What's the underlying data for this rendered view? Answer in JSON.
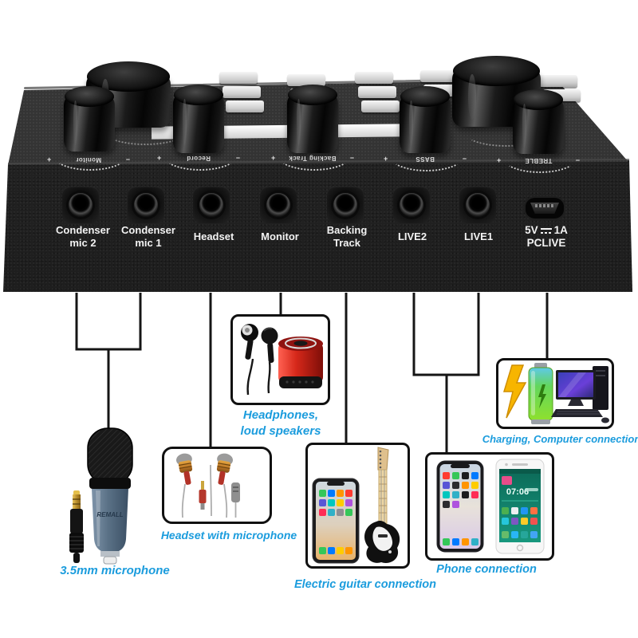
{
  "colors": {
    "accent": "#1b9cdd",
    "device_black": "#1f1f1f",
    "wire": "#151515"
  },
  "device": {
    "ring_plus": "+",
    "ring_minus": "−",
    "knob_rings": [
      {
        "label": "Monitor"
      },
      {
        "label": "Record"
      },
      {
        "label": "Backing Track"
      },
      {
        "label": "BASS"
      },
      {
        "label": "TREBLE"
      }
    ],
    "ports": [
      {
        "label_line1": "Condenser",
        "label_line2": "mic 2"
      },
      {
        "label_line1": "Condenser",
        "label_line2": "mic 1"
      },
      {
        "label_line1": "Headset"
      },
      {
        "label_line1": "Monitor"
      },
      {
        "label_line1": "Backing",
        "label_line2": "Track"
      },
      {
        "label_line1": "LIVE2"
      },
      {
        "label_line1": "LIVE1"
      }
    ],
    "power_port": {
      "volts": "5V",
      "amps": "1A",
      "label_line2": "PCLIVE"
    }
  },
  "captions": {
    "mic": "3.5mm microphone",
    "headphones_line1": "Headphones,",
    "headphones_line2": "loud speakers",
    "headset": "Headset with microphone",
    "guitar": "Electric guitar connection",
    "phone": "Phone connection",
    "charging": "Charging, Computer connection"
  },
  "illustrations": {
    "mic_brand": "REMALL",
    "phone_time": "07:06"
  }
}
